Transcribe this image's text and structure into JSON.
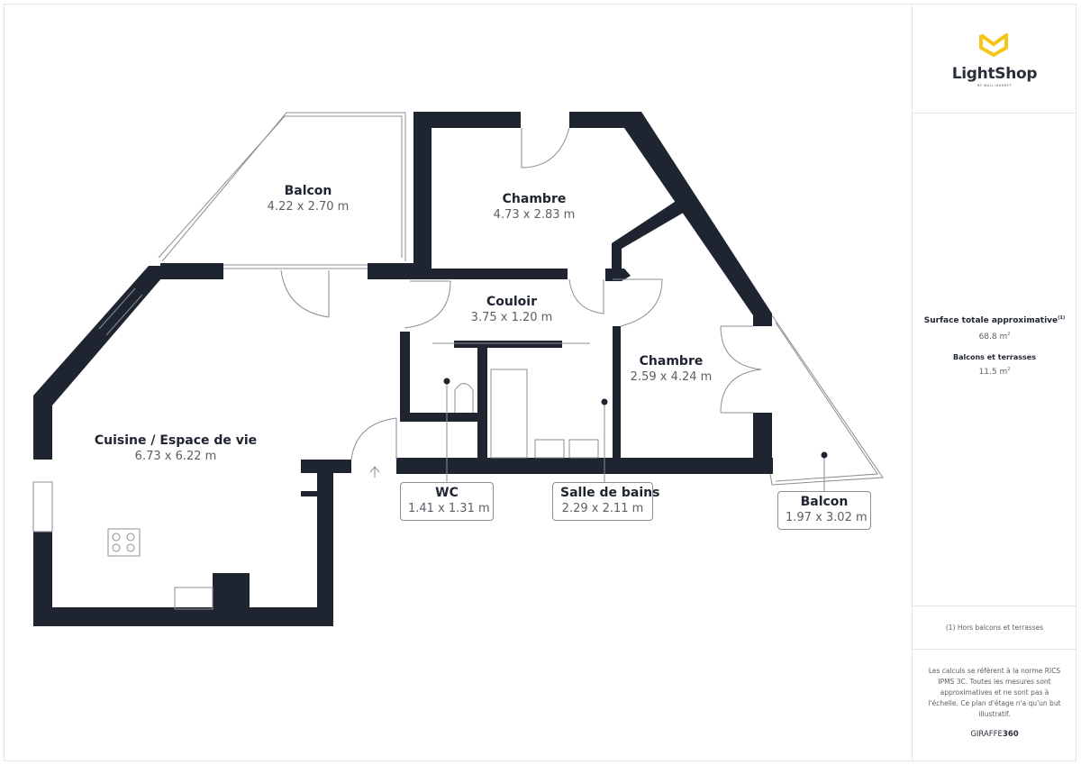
{
  "plan": {
    "colors": {
      "wall": "#1e2430",
      "fixture": "#8a8e94",
      "label_name": "#1e2430",
      "label_dim": "#5a5f66"
    },
    "rooms": [
      {
        "id": "balcon-nord",
        "name": "Balcon",
        "dimensions": "4.22 x 2.70 m"
      },
      {
        "id": "chambre-1",
        "name": "Chambre",
        "dimensions": "4.73 x 2.83 m"
      },
      {
        "id": "couloir",
        "name": "Couloir",
        "dimensions": "3.75 x 1.20 m"
      },
      {
        "id": "chambre-2",
        "name": "Chambre",
        "dimensions": "2.59 x 4.24 m"
      },
      {
        "id": "cuisine",
        "name": "Cuisine / Espace de vie",
        "dimensions": "6.73 x 6.22 m"
      },
      {
        "id": "wc",
        "name": "WC",
        "dimensions": "1.41 x 1.31 m"
      },
      {
        "id": "salle-de-bains",
        "name": "Salle de bains",
        "dimensions": "2.29 x 2.11 m"
      },
      {
        "id": "balcon-est",
        "name": "Balcon",
        "dimensions": "1.97 x 3.02 m"
      }
    ],
    "icons": [
      "entrance-arrow-icon",
      "cooktop-icon",
      "sink-icon",
      "toilet-icon",
      "bathtub-icon",
      "washbasin-icon"
    ]
  },
  "sidebar": {
    "logo": {
      "name": "LightShop",
      "tagline": "BY WALL-MARKET",
      "accent": "#f5c518"
    },
    "summary": {
      "total_label": "Surface totale approximative",
      "total_footnote_mark": "(1)",
      "total_value": "68.8 m",
      "total_unit_sup": "2",
      "balcony_label": "Balcons et terrasses",
      "balcony_value": "11.5 m",
      "balcony_unit_sup": "2"
    },
    "footnote": "(1) Hors balcons et terrasses",
    "disclaimer": "Les calculs se réfèrent à la norme RICS IPMS 3C. Toutes les mesures sont approximatives et ne sont pas à l'échelle. Ce plan d'étage n'a qu'un but illustratif.",
    "brand_light": "GIRAFFE",
    "brand_bold": "360"
  }
}
